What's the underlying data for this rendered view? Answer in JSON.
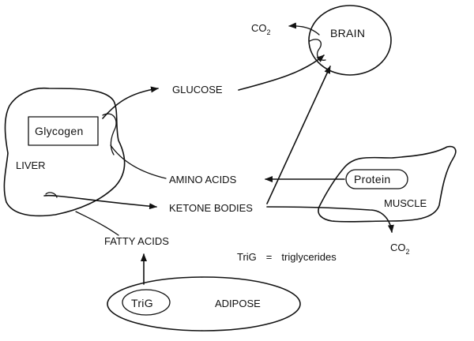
{
  "labels": {
    "co2_top": "CO",
    "co2_top_sub": "2",
    "brain": "BRAIN",
    "glucose": "GLUCOSE",
    "glycogen": "Glycogen",
    "liver": "LIVER",
    "amino_acids": "AMINO ACIDS",
    "ketone_bodies": "KETONE BODIES",
    "protein": "Protein",
    "muscle": "MUSCLE",
    "co2_right": "CO",
    "co2_right_sub": "2",
    "fatty_acids": "FATTY ACIDS",
    "trig_key": "TriG",
    "trig_equals": "=",
    "trig_definition": "triglycerides",
    "trig": "TriG",
    "adipose": "ADIPOSE"
  }
}
